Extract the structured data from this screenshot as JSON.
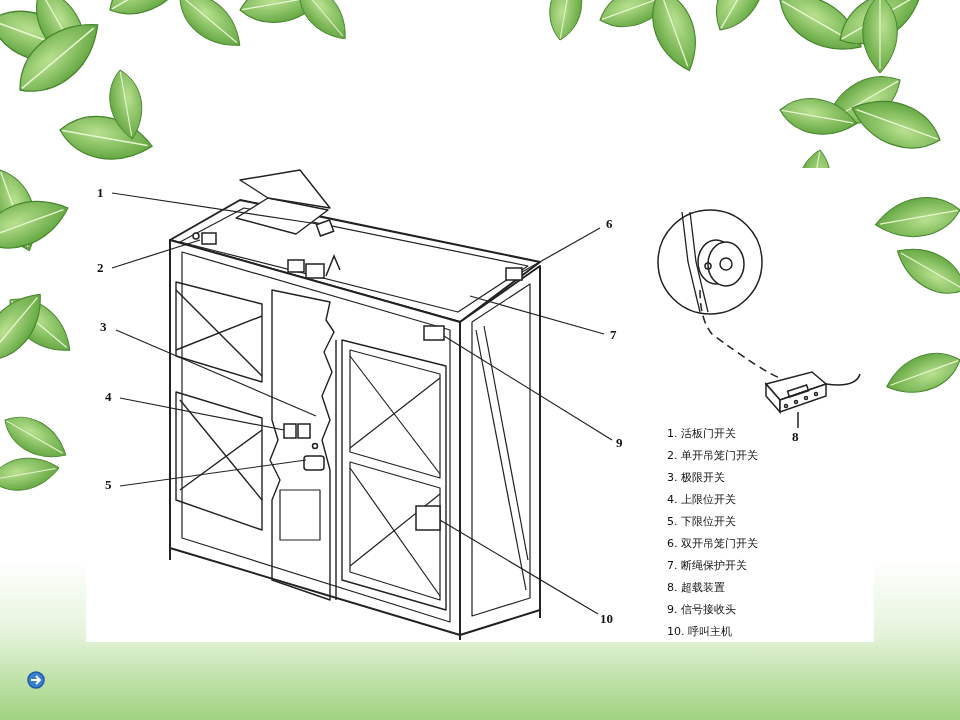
{
  "diagram": {
    "labels": [
      "1",
      "2",
      "3",
      "4",
      "5",
      "6",
      "7",
      "8",
      "9",
      "10",
      "1. 活板门开关",
      "2. 单开吊笼门开关",
      "3. 极限开关",
      "4. 上限位开关",
      "5. 下限位开关",
      "6. 双开吊笼门开关",
      "7. 断绳保护开关",
      "8. 超载装置",
      "9. 信号接收头",
      "10. 呼叫主机"
    ]
  }
}
